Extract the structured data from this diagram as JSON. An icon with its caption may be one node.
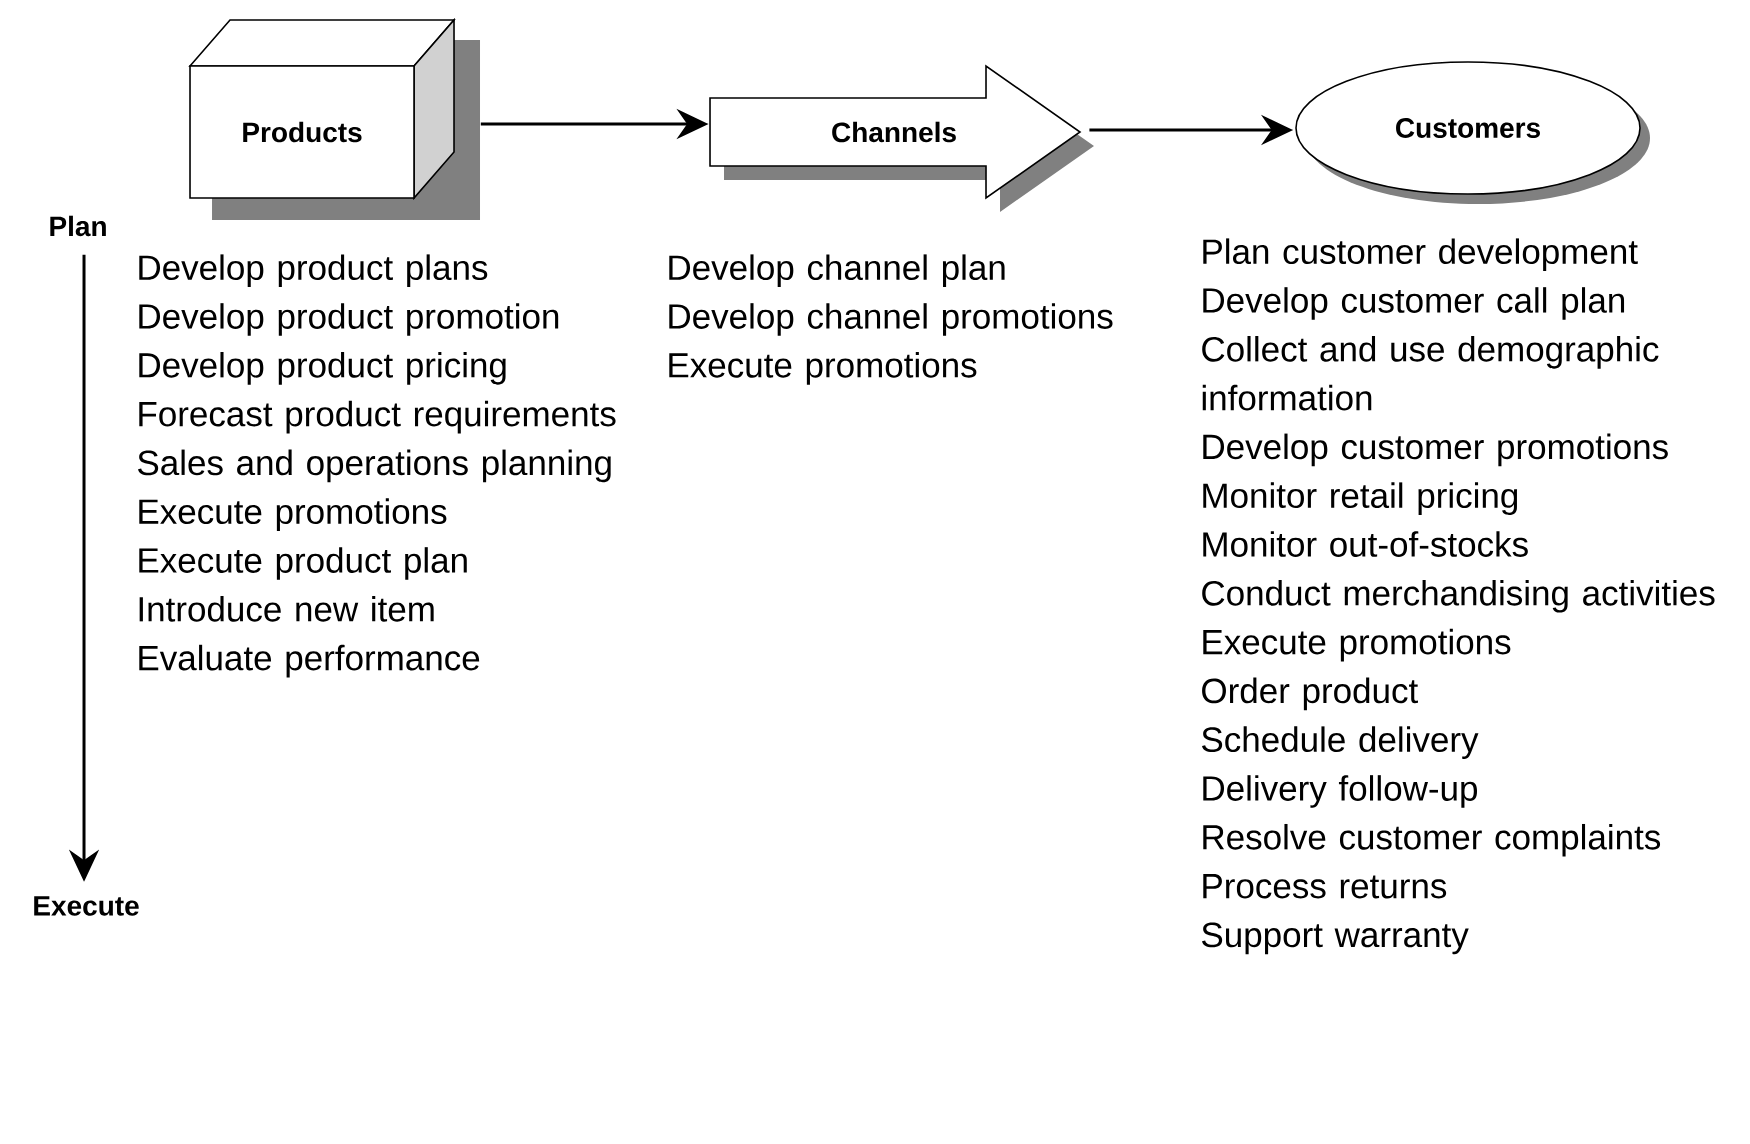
{
  "diagram": {
    "nodes": [
      {
        "text": [
          "Products"
        ],
        "beside": [
          "Develop product plans",
          "Develop product promotion",
          "Develop product pricing",
          "Forecast product requirements",
          "Sales and operations planning",
          "Execute promotions",
          "Execute product plan",
          "Introduce new item",
          "Evaluate performance"
        ]
      },
      {
        "text": [
          "Channels"
        ],
        "beside": [
          "Develop channel  plan",
          "Develop channel  promotions",
          "Execute promotions"
        ]
      },
      {
        "text": [
          "Customers"
        ],
        "beside": [
          "Plan customer development",
          "Develop customer call plan",
          "Collect and use demographic information",
          "Develop customer promotions",
          "Monitor retail pricing",
          "Monitor out-of-stocks",
          "Conduct merchandising activities",
          "Execute promotions",
          "Order product",
          "Schedule delivery",
          "Delivery follow-up",
          "Resolve customer complaints",
          "Process returns",
          "Support warranty"
        ]
      },
      {
        "text": [
          "Plan"
        ]
      },
      {
        "text": [
          "Execute"
        ]
      }
    ],
    "edges": [
      {
        "from": 0,
        "to": 1,
        "arrow": "to"
      },
      {
        "from": 1,
        "to": 2,
        "arrow": "to"
      },
      {
        "from": 3,
        "to": 4,
        "arrow": "to"
      }
    ]
  }
}
